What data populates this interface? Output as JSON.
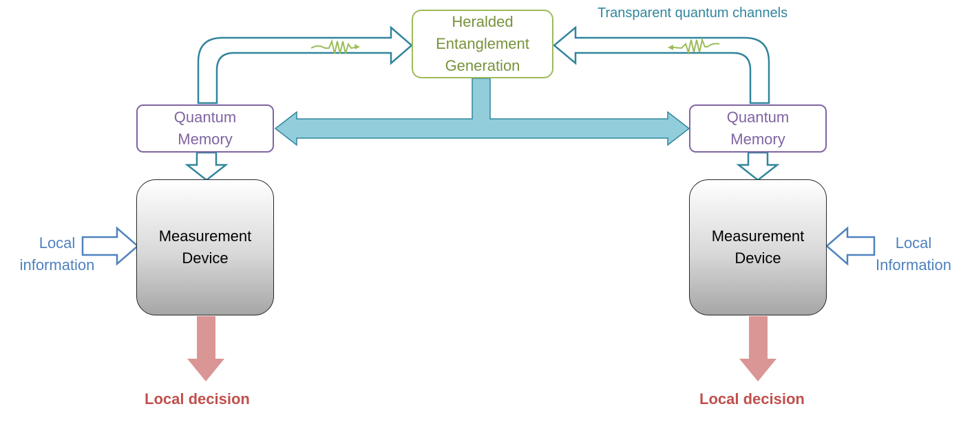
{
  "heralded": {
    "line1": "Heralded",
    "line2": "Entanglement",
    "line3": "Generation"
  },
  "channels_label": "Transparent quantum channels",
  "left": {
    "memory": {
      "line1": "Quantum",
      "line2": "Memory"
    },
    "device": {
      "line1": "Measurement",
      "line2": "Device"
    },
    "info": {
      "line1": "Local",
      "line2": "information"
    },
    "decision": "Local decision"
  },
  "right": {
    "memory": {
      "line1": "Quantum",
      "line2": "Memory"
    },
    "device": {
      "line1": "Measurement",
      "line2": "Device"
    },
    "info": {
      "line1": "Local",
      "line2": "Information"
    },
    "decision": "Local decision"
  },
  "colors": {
    "heralded_border": "#9bbb59",
    "heralded_text": "#77933c",
    "memory": "#8064a2",
    "channel_stroke": "#31859c",
    "classical_fill": "#92cddc",
    "info_arrow": "#4f81bd",
    "decision_arrow": "#d99694",
    "decision_text": "#c0504d",
    "photon_wave": "#9bbb59"
  }
}
